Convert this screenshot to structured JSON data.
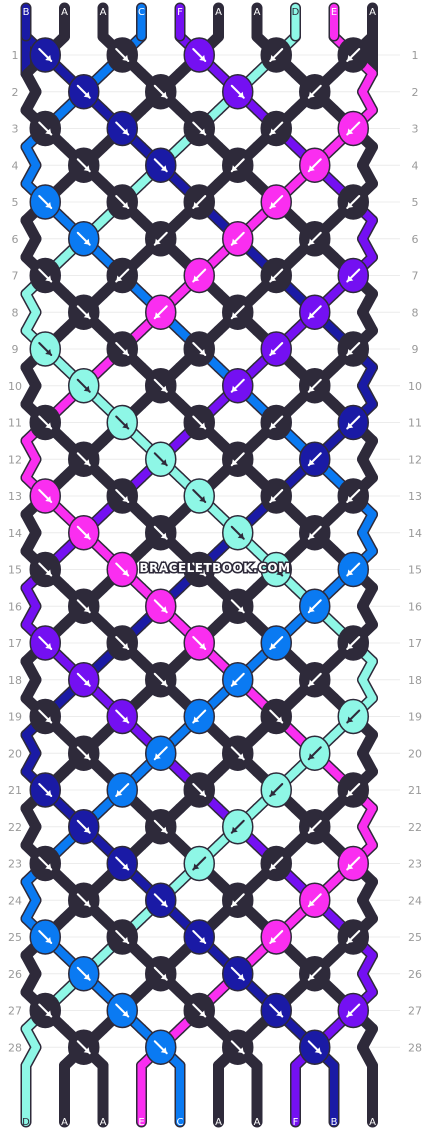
{
  "site": {
    "watermark": "BRACELETBOOK.COM"
  },
  "colors": {
    "A": "#2e2a3a",
    "B": "#1a1aa5",
    "C": "#0a7af2",
    "D": "#8ef7e6",
    "E": "#fa2ef0",
    "F": "#7410f2"
  },
  "strands_top": [
    "B",
    "A",
    "A",
    "C",
    "F",
    "A",
    "A",
    "D",
    "E",
    "A"
  ],
  "strands_bottom": [
    "D",
    "A",
    "A",
    "E",
    "C",
    "A",
    "A",
    "F",
    "B",
    "A"
  ],
  "row_numbers": [
    "1",
    "2",
    "3",
    "4",
    "5",
    "6",
    "7",
    "8",
    "9",
    "10",
    "11",
    "12",
    "13",
    "14",
    "15",
    "16",
    "17",
    "18",
    "19",
    "20",
    "21",
    "22",
    "23",
    "24",
    "25",
    "26",
    "27",
    "28"
  ],
  "knots": [
    [
      [
        "B",
        "se"
      ],
      [
        "A",
        "se"
      ],
      [
        "F",
        "se"
      ],
      [
        "A",
        "sw"
      ],
      [
        "A",
        "sw"
      ]
    ],
    [
      [
        "B",
        "se"
      ],
      [
        "A",
        "se"
      ],
      [
        "F",
        "se"
      ],
      [
        "A",
        "sw"
      ]
    ],
    [
      [
        "A",
        "se"
      ],
      [
        "B",
        "se"
      ],
      [
        "A",
        "se"
      ],
      [
        "A",
        "sw"
      ],
      [
        "E",
        "sw"
      ]
    ],
    [
      [
        "A",
        "se"
      ],
      [
        "B",
        "se"
      ],
      [
        "A",
        "sw"
      ],
      [
        "E",
        "sw"
      ]
    ],
    [
      [
        "C",
        "se"
      ],
      [
        "A",
        "se"
      ],
      [
        "A",
        "sw"
      ],
      [
        "E",
        "sw"
      ],
      [
        "A",
        "sw"
      ]
    ],
    [
      [
        "C",
        "se"
      ],
      [
        "A",
        "sw"
      ],
      [
        "E",
        "sw"
      ],
      [
        "A",
        "sw"
      ]
    ],
    [
      [
        "A",
        "se"
      ],
      [
        "A",
        "sw"
      ],
      [
        "E",
        "sw"
      ],
      [
        "A",
        "sw"
      ],
      [
        "F",
        "sw"
      ]
    ],
    [
      [
        "A",
        "se"
      ],
      [
        "E",
        "sw"
      ],
      [
        "A",
        "sw"
      ],
      [
        "F",
        "sw"
      ]
    ],
    [
      [
        "D",
        "se"
      ],
      [
        "A",
        "se"
      ],
      [
        "A",
        "se"
      ],
      [
        "F",
        "sw"
      ],
      [
        "A",
        "sw"
      ]
    ],
    [
      [
        "D",
        "se"
      ],
      [
        "A",
        "se"
      ],
      [
        "F",
        "sw"
      ],
      [
        "A",
        "sw"
      ]
    ],
    [
      [
        "A",
        "se"
      ],
      [
        "D",
        "se"
      ],
      [
        "A",
        "se"
      ],
      [
        "A",
        "sw"
      ],
      [
        "B",
        "sw"
      ]
    ],
    [
      [
        "A",
        "se"
      ],
      [
        "D",
        "se"
      ],
      [
        "A",
        "sw"
      ],
      [
        "B",
        "sw"
      ]
    ],
    [
      [
        "E",
        "se"
      ],
      [
        "A",
        "se"
      ],
      [
        "D",
        "se"
      ],
      [
        "A",
        "sw"
      ],
      [
        "A",
        "sw"
      ]
    ],
    [
      [
        "E",
        "se"
      ],
      [
        "A",
        "se"
      ],
      [
        "D",
        "se"
      ],
      [
        "A",
        "sw"
      ]
    ],
    [
      [
        "A",
        "se"
      ],
      [
        "E",
        "se"
      ],
      [
        "A",
        "se"
      ],
      [
        "D",
        "se"
      ],
      [
        "C",
        "sw"
      ]
    ],
    [
      [
        "A",
        "se"
      ],
      [
        "E",
        "se"
      ],
      [
        "A",
        "se"
      ],
      [
        "C",
        "sw"
      ]
    ],
    [
      [
        "F",
        "se"
      ],
      [
        "A",
        "se"
      ],
      [
        "E",
        "se"
      ],
      [
        "C",
        "sw"
      ],
      [
        "A",
        "sw"
      ]
    ],
    [
      [
        "F",
        "se"
      ],
      [
        "A",
        "se"
      ],
      [
        "C",
        "sw"
      ],
      [
        "A",
        "sw"
      ]
    ],
    [
      [
        "A",
        "se"
      ],
      [
        "F",
        "se"
      ],
      [
        "C",
        "sw"
      ],
      [
        "A",
        "se"
      ],
      [
        "D",
        "sw"
      ]
    ],
    [
      [
        "A",
        "se"
      ],
      [
        "C",
        "sw"
      ],
      [
        "A",
        "se"
      ],
      [
        "D",
        "sw"
      ]
    ],
    [
      [
        "B",
        "se"
      ],
      [
        "C",
        "sw"
      ],
      [
        "A",
        "se"
      ],
      [
        "D",
        "sw"
      ],
      [
        "A",
        "sw"
      ]
    ],
    [
      [
        "B",
        "se"
      ],
      [
        "A",
        "se"
      ],
      [
        "D",
        "sw"
      ],
      [
        "A",
        "sw"
      ]
    ],
    [
      [
        "A",
        "se"
      ],
      [
        "B",
        "se"
      ],
      [
        "D",
        "sw"
      ],
      [
        "A",
        "sw"
      ],
      [
        "E",
        "sw"
      ]
    ],
    [
      [
        "A",
        "se"
      ],
      [
        "B",
        "se"
      ],
      [
        "A",
        "sw"
      ],
      [
        "E",
        "sw"
      ]
    ],
    [
      [
        "C",
        "se"
      ],
      [
        "A",
        "se"
      ],
      [
        "B",
        "se"
      ],
      [
        "E",
        "sw"
      ],
      [
        "A",
        "sw"
      ]
    ],
    [
      [
        "C",
        "se"
      ],
      [
        "A",
        "se"
      ],
      [
        "B",
        "se"
      ],
      [
        "A",
        "sw"
      ]
    ],
    [
      [
        "A",
        "se"
      ],
      [
        "C",
        "se"
      ],
      [
        "A",
        "se"
      ],
      [
        "B",
        "se"
      ],
      [
        "F",
        "sw"
      ]
    ],
    [
      [
        "A",
        "se"
      ],
      [
        "C",
        "se"
      ],
      [
        "A",
        "se"
      ],
      [
        "B",
        "se"
      ]
    ]
  ]
}
